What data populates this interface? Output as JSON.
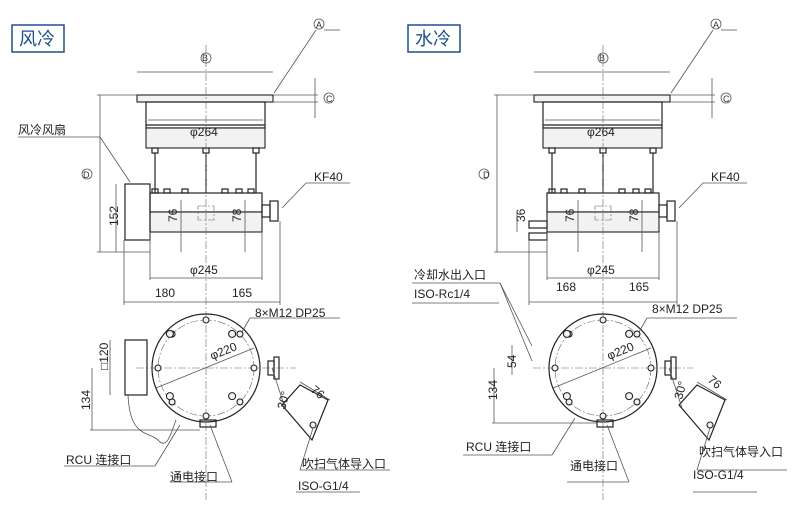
{
  "panels": [
    {
      "title": "风冷",
      "ref_a": "A",
      "ref_b": "B",
      "ref_c": "C",
      "ref_d": "D",
      "dia_top": "φ264",
      "dia_bottom": "φ245",
      "height_side": "152",
      "inner_left": "76",
      "inner_right": "78",
      "port_label": "KF40",
      "left_dim": "180",
      "right_dim": "165",
      "bolt_label": "8×M12 DP25",
      "pcd": "φ220",
      "square_dim": "□120",
      "offset_dim": "134",
      "angle": "30°",
      "purge_dim": "76",
      "fan_label": "风冷风扇",
      "rcu_label": "RCU 连接口",
      "power_label": "通电接口",
      "purge_label": "吹扫气体导入口",
      "purge_spec": "ISO-G1/4"
    },
    {
      "title": "水冷",
      "ref_a": "A",
      "ref_b": "B",
      "ref_c": "C",
      "ref_d": "D",
      "dia_top": "φ264",
      "dia_bottom": "φ245",
      "height_side": "36",
      "inner_left": "76",
      "inner_right": "78",
      "port_label": "KF40",
      "left_dim": "168",
      "right_dim": "165",
      "bolt_label": "8×M12 DP25",
      "pcd": "φ220",
      "water_dim": "54",
      "offset_dim": "134",
      "angle": "30°",
      "purge_dim": "76",
      "water_label": "冷却水出入口",
      "water_spec": "ISO-Rc1/4",
      "rcu_label": "RCU 连接口",
      "power_label": "通电接口",
      "purge_label": "吹扫气体导入口",
      "purge_spec": "ISO-G1/4"
    }
  ],
  "colors": {
    "title": "#1d4f8f",
    "line": "#222222"
  }
}
